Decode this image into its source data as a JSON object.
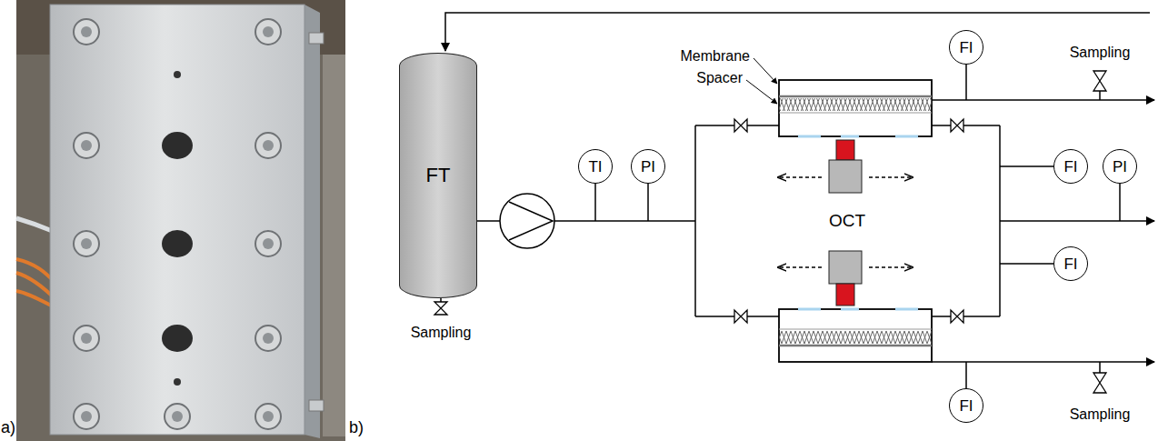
{
  "diagram": {
    "nodes": [
      {
        "text": [
          "FT"
        ]
      },
      {
        "text": [
          "TI"
        ]
      },
      {
        "text": [
          "PI"
        ]
      },
      {
        "text": [
          "FI"
        ]
      },
      {
        "text": [
          "FI"
        ]
      },
      {
        "text": [
          "PI"
        ]
      },
      {
        "text": [
          "FI"
        ]
      },
      {
        "text": [
          "FI"
        ]
      }
    ],
    "labels": [
      "Membrane",
      "Spacer",
      "Sampling",
      "OCT",
      "Sampling",
      "Sampling",
      "a)",
      "b)"
    ]
  }
}
